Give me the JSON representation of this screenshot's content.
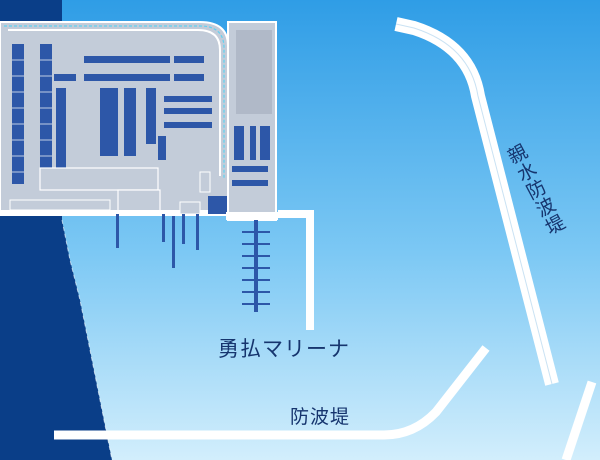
{
  "labels": {
    "marina": "勇払マリーナ",
    "breakwater": "防波堤",
    "shinsui_breakwater": "親水防波堤"
  },
  "colors": {
    "sea_top": "#2f9de6",
    "sea_bottom": "#c9eafb",
    "land": "#0a3e88",
    "facility": "#c3ccd9",
    "pier": "#ffffff",
    "parking": "#2d57a8",
    "label": "#16356e"
  }
}
